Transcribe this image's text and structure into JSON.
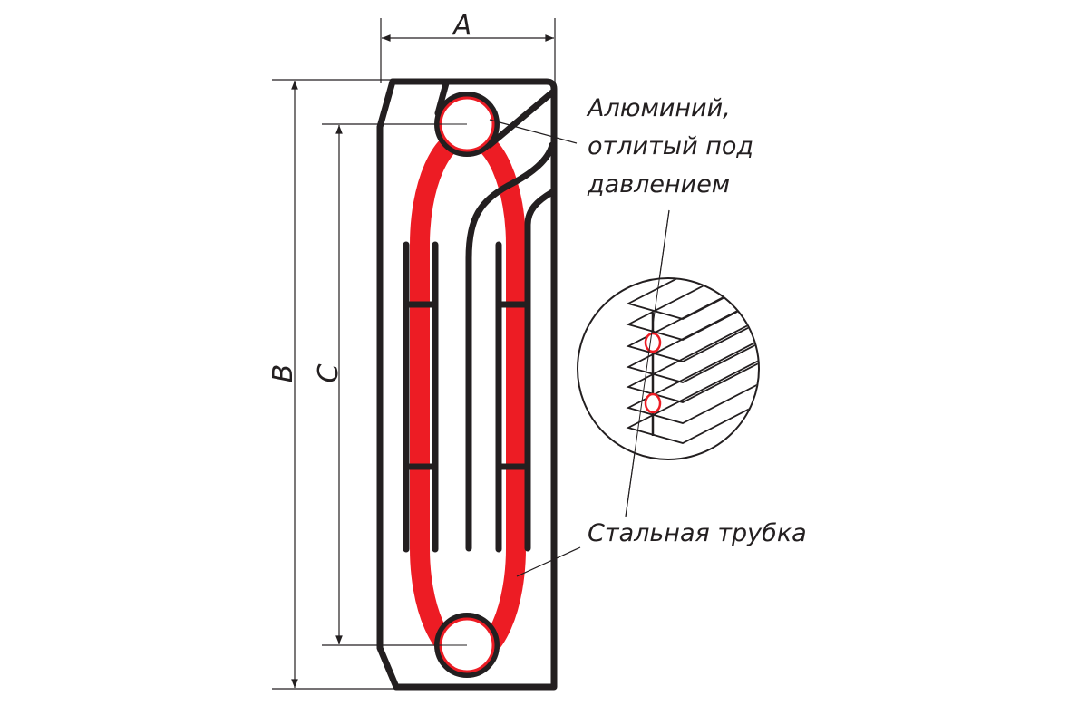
{
  "dimensions": {
    "a": "A",
    "b": "B",
    "c": "C"
  },
  "labels": {
    "aluminum_line1": "Алюминий,",
    "aluminum_line2": "отлитый под",
    "aluminum_line3": "давлением",
    "steel_tube": "Стальная трубка"
  },
  "colors": {
    "outline": "#231f20",
    "tube": "#ed1c24"
  }
}
